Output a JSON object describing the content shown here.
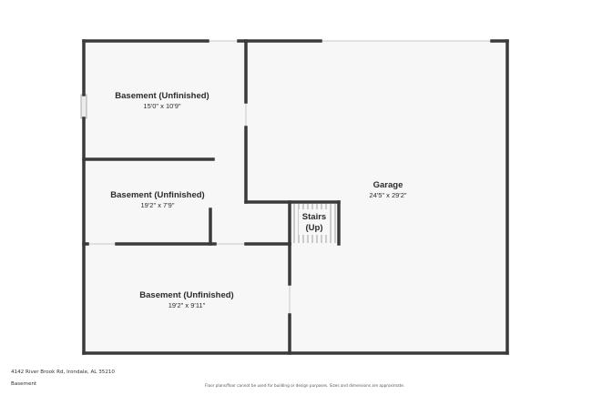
{
  "plan": {
    "rooms": [
      {
        "id": "basement-1",
        "name": "Basement (Unfinished)",
        "dimensions": "15'0\" x 10'9\""
      },
      {
        "id": "basement-2",
        "name": "Basement (Unfinished)",
        "dimensions": "19'2\" x 7'9\""
      },
      {
        "id": "basement-3",
        "name": "Basement (Unfinished)",
        "dimensions": "19'2\" x 9'11\""
      },
      {
        "id": "garage",
        "name": "Garage",
        "dimensions": "24'5\" x 29'2\""
      },
      {
        "id": "stairs",
        "name_line1": "Stairs",
        "name_line2": "(Up)"
      }
    ]
  },
  "footer": {
    "address": "4142 River Brook Rd, Irondale, AL 35210",
    "level": "Basement",
    "disclaimer": "Floor plans/floor cannot be used for building or design purposes. Sizes and dimensions are approximate."
  },
  "colors": {
    "wall": "#3a3a3a",
    "floor": "#f7f7f7",
    "opening": "#e3e3e3"
  }
}
